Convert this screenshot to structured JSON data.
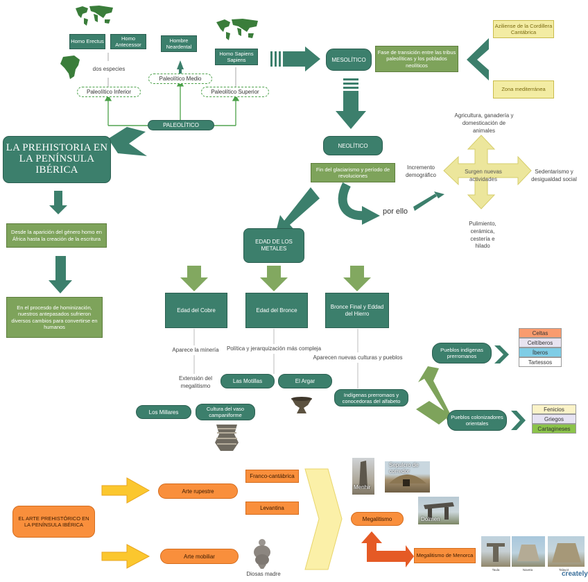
{
  "main_title": "LA PREHISTORIA EN LA PENÍNSULA IBÉRICA",
  "intro": {
    "definition": "Desde la aparición del género homo en África hasta la creación de la escritura",
    "process": "En el procesdo de hominización, nuestros antepasados sufrieron diversos cambios para convertirse en humanos"
  },
  "paleolithic": {
    "label": "PALEOLÍTICO",
    "inferior": "Paleolítico Inferior",
    "medio": "Paleolítico Medio",
    "superior": "Paleolítico Superior",
    "homo_erectus": "Homo Erectus",
    "homo_antecessor": "Homo Antecessor",
    "two_species": "dos especies",
    "neardental": "Hombre Neardental",
    "sapiens": "Homo Sapiens Sapiens"
  },
  "mesolithic": {
    "label": "MESOLÍTICO",
    "description": "Fase de transición entre las tribus paleolíticas y los poblados neolíticos",
    "aziliense": "Aziliense de la Cordillera Cantábrica",
    "mediterranea": "Zona mediterránea"
  },
  "neolithic": {
    "label": "NEOLÍTICO",
    "description": "Fin del glaciarismo y período de revoluciones",
    "por_ello": "por ello",
    "center": "Surgen nuevas actividades",
    "agricultura": "Agricultura, ganadería y domesticación de animales",
    "incremento": "Incremento demográfico",
    "sedentarismo": "Sedentarismo y desigualdad social",
    "pulimiento": "Pulimiento, cerámica, cestería e hilado"
  },
  "metals": {
    "label": "EDAD DE LOS METALES",
    "cobre": "Edad del Cobre",
    "bronce": "Edad del Bronce",
    "hierro": "Bronce Final y Eddad del Hierro",
    "mineria": "Aparece la minería",
    "megalitismo": "Extensión del megalitismo",
    "millares": "Los Millares",
    "vaso": "Cultura del vaso campaniforme",
    "politica": "Política y jerarquización más compleja",
    "motillas": "Las Motillas",
    "argar": "El Argar",
    "culturas": "Aparecen nuevas culturas y pueblos",
    "indigenas_alfabeto": "Indígenas prerromaos y conocedoras del alfabeto",
    "pueblos_indigenas": "Pueblos indígenas prerromanos",
    "pueblos_colonizadores": "Pueblos colonizadores orientales",
    "indigenous_list": [
      "Celtas",
      "Celtíberos",
      "Íberos",
      "Tartessos"
    ],
    "colonizer_list": [
      "Fenicios",
      "Griegos",
      "Cartagineses"
    ]
  },
  "art": {
    "title": "EL ARTE PREHISTÓRICO EN LA PENÍNSULA IBÉRICA",
    "rupestre": "Arte rupestre",
    "mobiliar": "Arte mobiliar",
    "franco": "Franco-cantábrica",
    "levantina": "Levantina",
    "megalitismo": "Megalitismo",
    "menorca": "Megalitismo de Menorca",
    "diosas": "Diosas madre",
    "menhir": "Menhir",
    "sepulcro": "Sepulcro de corredor",
    "dolmen": "Dolmen",
    "taula": "Taula",
    "naveta": "Naveta",
    "talayot": "Talayot",
    "brand": "creately"
  },
  "colors": {
    "dark_green": "#3c7f6c",
    "light_green": "#7ea35b",
    "orange": "#f98f3c",
    "yellow": "#f3eca3",
    "celtas": "#f99b6e",
    "celtiberos": "#e8e3f0",
    "iberos": "#7fcde6",
    "tartessos": "#ffffff",
    "fenicios": "#fbf3c8",
    "griegos": "#e6e3f3",
    "cartagineses": "#8bc34a"
  }
}
